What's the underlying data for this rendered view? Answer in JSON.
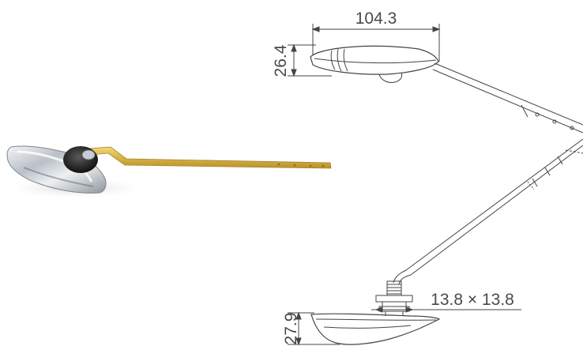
{
  "dimensions": {
    "width": "104.3",
    "height": "26.4",
    "nut_size": "13.8 × 13.8",
    "base_height": "27.9"
  }
}
